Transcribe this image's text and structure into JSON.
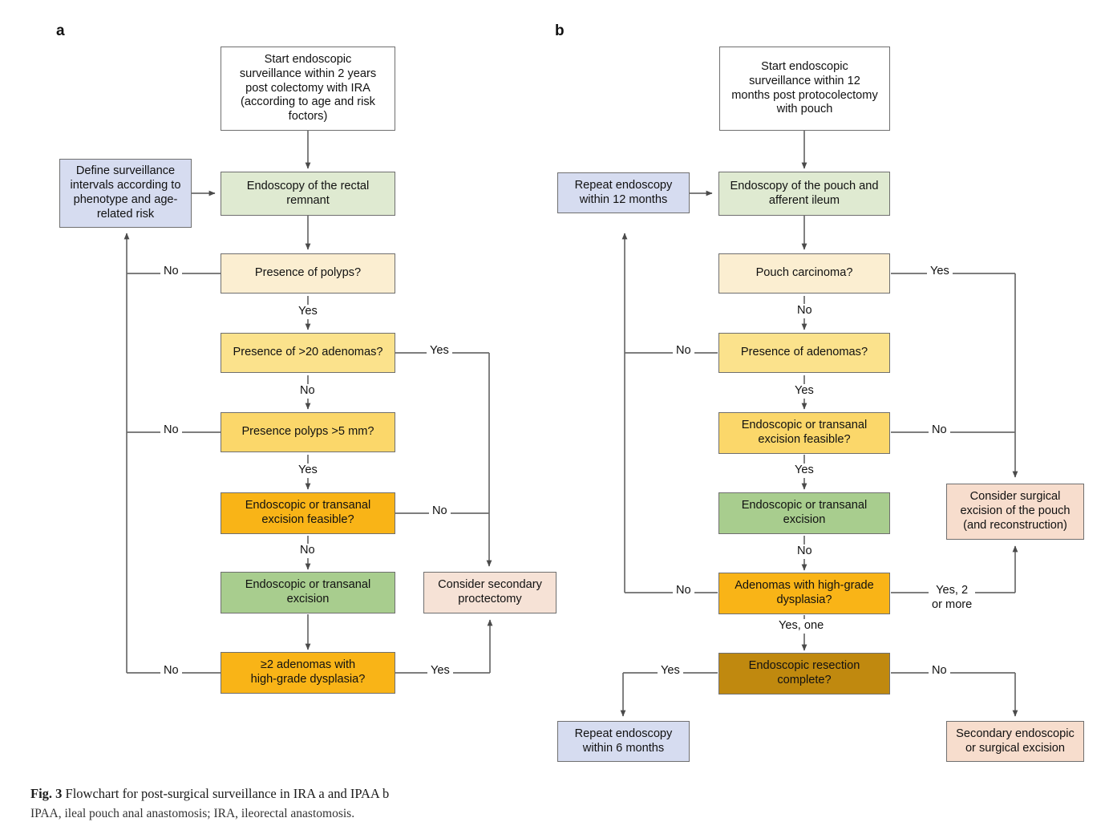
{
  "figure": {
    "caption_prefix": "Fig. 3",
    "caption_title": " Flowchart for post-surgical surveillance in IRA a and IPAA b",
    "caption_sub": "IPAA, ileal pouch anal anastomosis; IRA, ileorectal anastomosis."
  },
  "palette": {
    "white": "#ffffff",
    "blue": "#d6dcf0",
    "green": "#dfead1",
    "green_strong": "#a8cd8e",
    "cream": "#fbeed1",
    "yellow_light": "#fbe28c",
    "yellow": "#fbd76a",
    "orange": "#f9b417",
    "amber_dark": "#c0890f",
    "pink": "#f7ddcd",
    "pink_light": "#f6e2d6",
    "stroke": "#6f6f6f",
    "wire": "#5e5e5e"
  },
  "panel_a": {
    "label": "a",
    "nodes": {
      "start": "Start endoscopic\nsurveillance within 2 years\npost colectomy with IRA\n(according to age and risk\nfoctors)",
      "define_intervals": "Define surveillance\nintervals according to\nphenotype and age-\nrelated risk",
      "endoscopy_rectal_remnant": "Endoscopy of the rectal\nremnant",
      "presence_polyps": "Presence of polyps?",
      "presence_20_adenomas": "Presence of >20 adenomas?",
      "presence_polyps_5mm": "Presence polyps >5 mm?",
      "excision_feasible": "Endoscopic or transanal\nexcision feasible?",
      "excision": "Endoscopic or transanal\nexcision",
      "two_adenomas_hgd": "≥2 adenomas with\nhigh-grade dysplasia?",
      "consider_proctectomy": "Consider secondary\nproctectomy"
    },
    "edge_labels": {
      "polyps_no": "No",
      "polyps_yes": "Yes",
      "adenomas20_yes": "Yes",
      "adenomas20_no": "No",
      "polyps5mm_no": "No",
      "polyps5mm_yes": "Yes",
      "feasible_no_right": "No",
      "feasible_no_down": "No",
      "hgd_no": "No",
      "hgd_yes": "Yes"
    }
  },
  "panel_b": {
    "label": "b",
    "nodes": {
      "start": "Start endoscopic\nsurveillance within 12\nmonths post protocolectomy\nwith pouch",
      "repeat_12": "Repeat endoscopy\nwithin 12 months",
      "endoscopy_pouch": "Endoscopy of the pouch and\nafferent ileum",
      "pouch_carcinoma": "Pouch carcinoma?",
      "presence_adenomas": "Presence of adenomas?",
      "excision_feasible": "Endoscopic or transanal\nexcision feasible?",
      "excision": "Endoscopic or transanal\nexcision",
      "adenomas_hgd": "Adenomas with high-grade\ndysplasia?",
      "resection_complete": "Endoscopic resection\ncomplete?",
      "consider_surgical_excision": "Consider surgical\nexcision of the pouch\n(and reconstruction)",
      "repeat_6": "Repeat endoscopy\nwithin 6 months",
      "secondary_excision": "Secondary endoscopic\nor surgical excision"
    },
    "edge_labels": {
      "carcinoma_yes": "Yes",
      "carcinoma_no": "No",
      "adenomas_no": "No",
      "adenomas_yes": "Yes",
      "feasible_no": "No",
      "feasible_yes": "Yes",
      "excision_no": "No",
      "hgd_no": "No",
      "hgd_yes_two": "Yes, 2\nor more",
      "hgd_yes_one": "Yes, one",
      "resection_yes": "Yes",
      "resection_no": "No"
    }
  }
}
